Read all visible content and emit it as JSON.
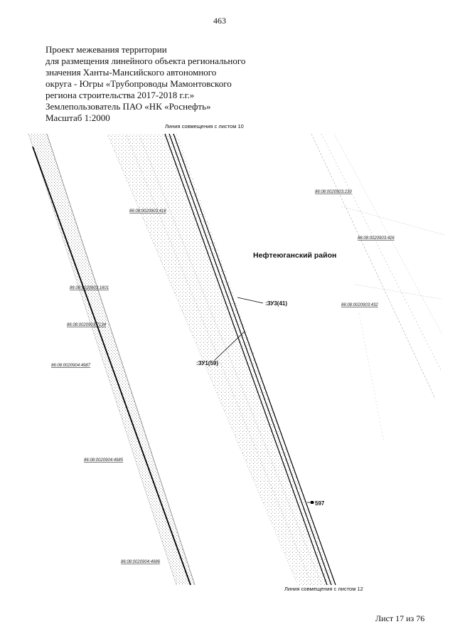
{
  "page_number": "463",
  "title_lines": [
    "Проект межевания территории",
    "для размещения линейного объекта регионального",
    "значения Ханты-Мансийского автономного",
    "округа - Югры «Трубопроводы Мамонтовского",
    "региона строительства 2017-2018 г.г.»",
    "Землепользователь ПАО «НК «Роснефть»",
    "Масштаб 1:2000"
  ],
  "map": {
    "match_line_top": "Линия совмещения с листом 10",
    "match_line_bottom": "Линия совмещения с листом 12",
    "district": "Нефтеюганский район",
    "plots": {
      "zu3": ":ЗУ3(41)",
      "zu1": ":ЗУ1(59)",
      "point": "597"
    },
    "cadastral": {
      "c230": "86:08:0020903:230",
      "c416": "86:08:0020903:416",
      "c426": "86:08:0020903:426",
      "c432": "86:08:0020903:432",
      "c1601": "86:08:0020903:1601",
      "c7134": "86:08:0020903:7134",
      "c4987": "86:08:0020904:4987",
      "c4985": "86:08:0020904:4985",
      "c4986": "86:08:0020904:4986"
    }
  },
  "footer": "Лист 17 из 76"
}
